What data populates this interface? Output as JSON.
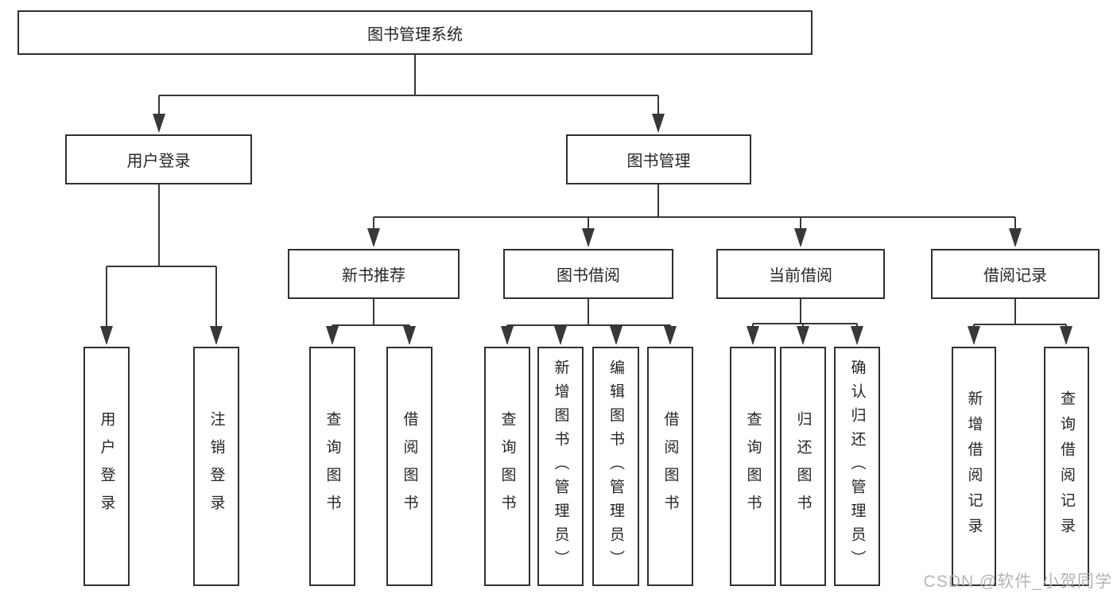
{
  "diagram": {
    "root": "图书管理系统",
    "level2": [
      "用户登录",
      "图书管理"
    ],
    "level3": [
      "新书推荐",
      "图书借阅",
      "当前借阅",
      "借阅记录"
    ],
    "leaves": {
      "user_login": [
        "用户登录",
        "注销登录"
      ],
      "new_books": [
        "查询图书",
        "借阅图书"
      ],
      "book_borrow": [
        "查询图书",
        "新增图书（管理员）",
        "编辑图书（管理员）",
        "借阅图书"
      ],
      "current_borrow": [
        "查询图书",
        "归还图书",
        "确认归还（管理员）"
      ],
      "borrow_records": [
        "新增借阅记录",
        "查询借阅记录"
      ]
    }
  },
  "watermark": "CSDN @软件_小贺同学",
  "colors": {
    "line": "#383838",
    "border": "#303030",
    "text": "#262626",
    "watermark": "#b5b5b5",
    "background": "#ffffff"
  }
}
